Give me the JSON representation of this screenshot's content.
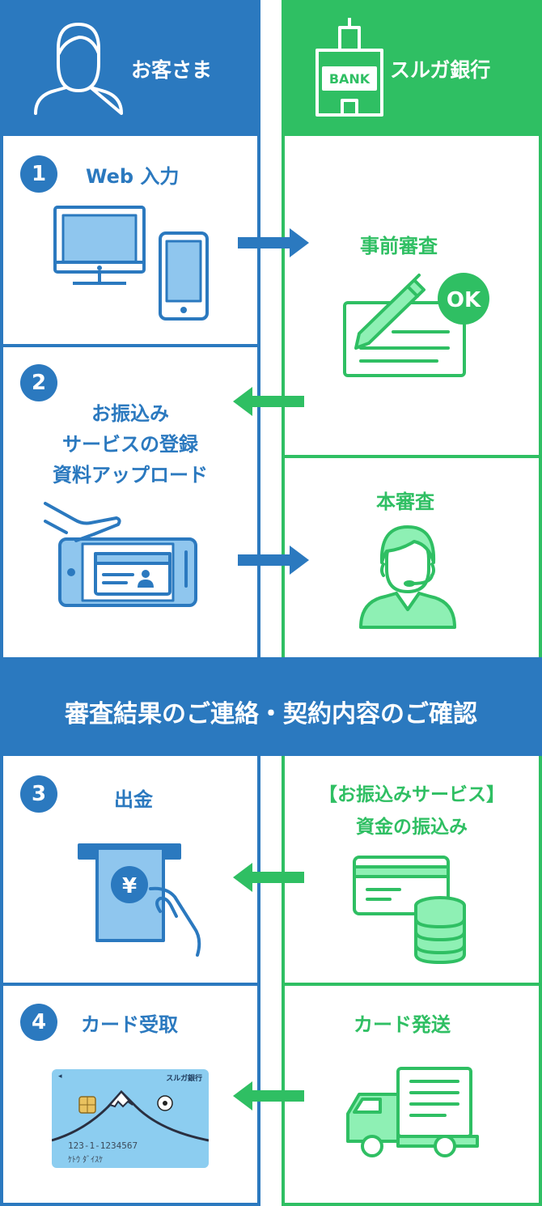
{
  "header": {
    "customer_label": "お客さま",
    "bank_label": "スルガ銀行",
    "bank_sign": "BANK"
  },
  "steps": [
    {
      "number": "1",
      "customer_action": "Web 入力",
      "bank_action": "事前審査",
      "badge": "OK"
    },
    {
      "number": "2",
      "customer_action_lines": [
        "お振込み",
        "サービスの登録",
        "資料アップロード"
      ],
      "bank_action": "本審査"
    }
  ],
  "banner": {
    "text": "審査結果のご連絡・契約内容のご確認"
  },
  "steps_after": [
    {
      "number": "3",
      "customer_action": "出金",
      "bank_action_lines": [
        "【お振込みサービス】",
        "資金の振込み"
      ],
      "atm_symbol": "¥"
    },
    {
      "number": "4",
      "customer_action": "カード受取",
      "bank_action": "カード発送"
    }
  ],
  "card": {
    "brand": "スルガ銀行",
    "mark": "◂",
    "number": "123-1-1234567",
    "holder": "ｹﾄｳ ﾀﾞｲｽｹ"
  },
  "colors": {
    "customer": "#2b79bf",
    "bank": "#2fbf63",
    "card": "#8ccdf0"
  }
}
